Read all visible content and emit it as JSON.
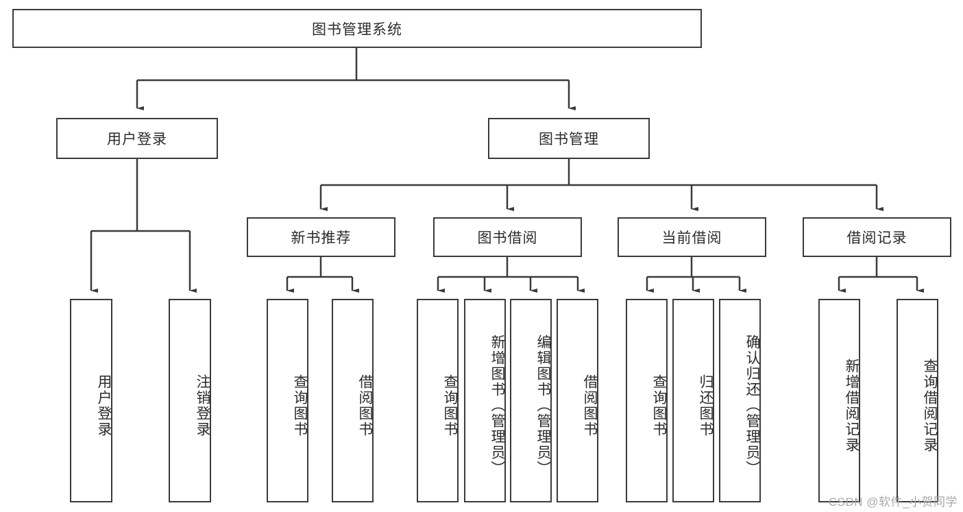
{
  "diagram": {
    "title_node": {
      "label": "图书管理系统"
    },
    "level2": [
      {
        "id": "user-login",
        "label": "用户登录"
      },
      {
        "id": "book-management",
        "label": "图书管理"
      }
    ],
    "level3": [
      {
        "id": "new-book-recommend",
        "label": "新书推荐"
      },
      {
        "id": "book-borrow",
        "label": "图书借阅"
      },
      {
        "id": "current-borrow",
        "label": "当前借阅"
      },
      {
        "id": "borrow-record",
        "label": "借阅记录"
      }
    ],
    "leaves": {
      "user_login": [
        {
          "id": "leaf-user-login",
          "label": "用户登录"
        },
        {
          "id": "leaf-logout-login",
          "label": "注销登录"
        }
      ],
      "new_book_recommend": [
        {
          "id": "leaf-query-book-1",
          "label": "查询图书"
        },
        {
          "id": "leaf-borrow-book-1",
          "label": "借阅图书"
        }
      ],
      "book_borrow": [
        {
          "id": "leaf-query-book-2",
          "label": "查询图书"
        },
        {
          "id": "leaf-add-book",
          "label": "新增图书（管理员）"
        },
        {
          "id": "leaf-edit-book",
          "label": "编辑图书（管理员）"
        },
        {
          "id": "leaf-borrow-book-2",
          "label": "借阅图书"
        }
      ],
      "current_borrow": [
        {
          "id": "leaf-query-book-3",
          "label": "查询图书"
        },
        {
          "id": "leaf-return-book",
          "label": "归还图书"
        },
        {
          "id": "leaf-confirm-return",
          "label": "确认归还（管理员）"
        }
      ],
      "borrow_record": [
        {
          "id": "leaf-add-record",
          "label": "新增借阅记录"
        },
        {
          "id": "leaf-query-record",
          "label": "查询借阅记录"
        }
      ]
    },
    "watermark": "CSDN @软件_小贺同学",
    "colors": {
      "stroke": "#3a3a3a",
      "background": "#ffffff",
      "text": "#2b2b2b",
      "watermark": "#a8a8a8"
    }
  }
}
